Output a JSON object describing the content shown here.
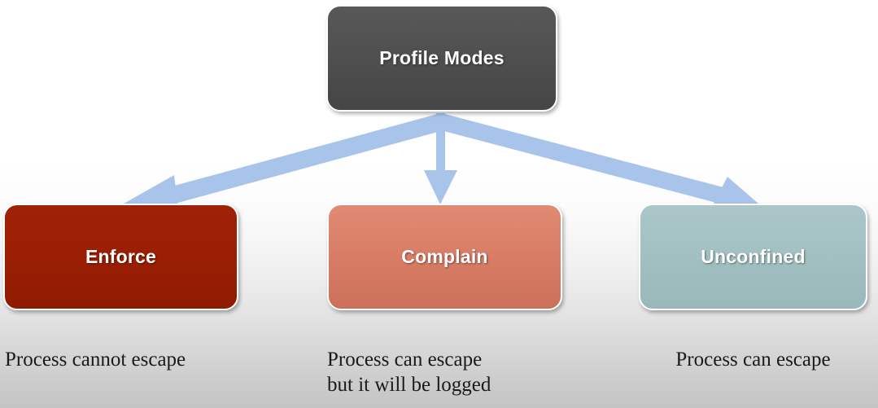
{
  "diagram": {
    "title": "Profile Modes",
    "background_top_color": "#ffffff",
    "background_bottom_color": "#c4c4c4",
    "connector_color": "#a8c4ea"
  },
  "root_node": {
    "label": "Profile Modes",
    "fill_color": "#4e4e4e",
    "text_color": "#ffffff"
  },
  "modes": [
    {
      "id": "enforce",
      "label": "Enforce",
      "fill_color": "#9c1f04",
      "text_color": "#ffffff",
      "caption": "Process cannot escape"
    },
    {
      "id": "complain",
      "label": "Complain",
      "fill_color": "#d97d66",
      "text_color": "#ffffff",
      "caption": "Process can escape\nbut it will be logged"
    },
    {
      "id": "unconfined",
      "label": "Unconfined",
      "fill_color": "#a2c0c2",
      "text_color": "#ffffff",
      "caption": "Process can escape"
    }
  ]
}
